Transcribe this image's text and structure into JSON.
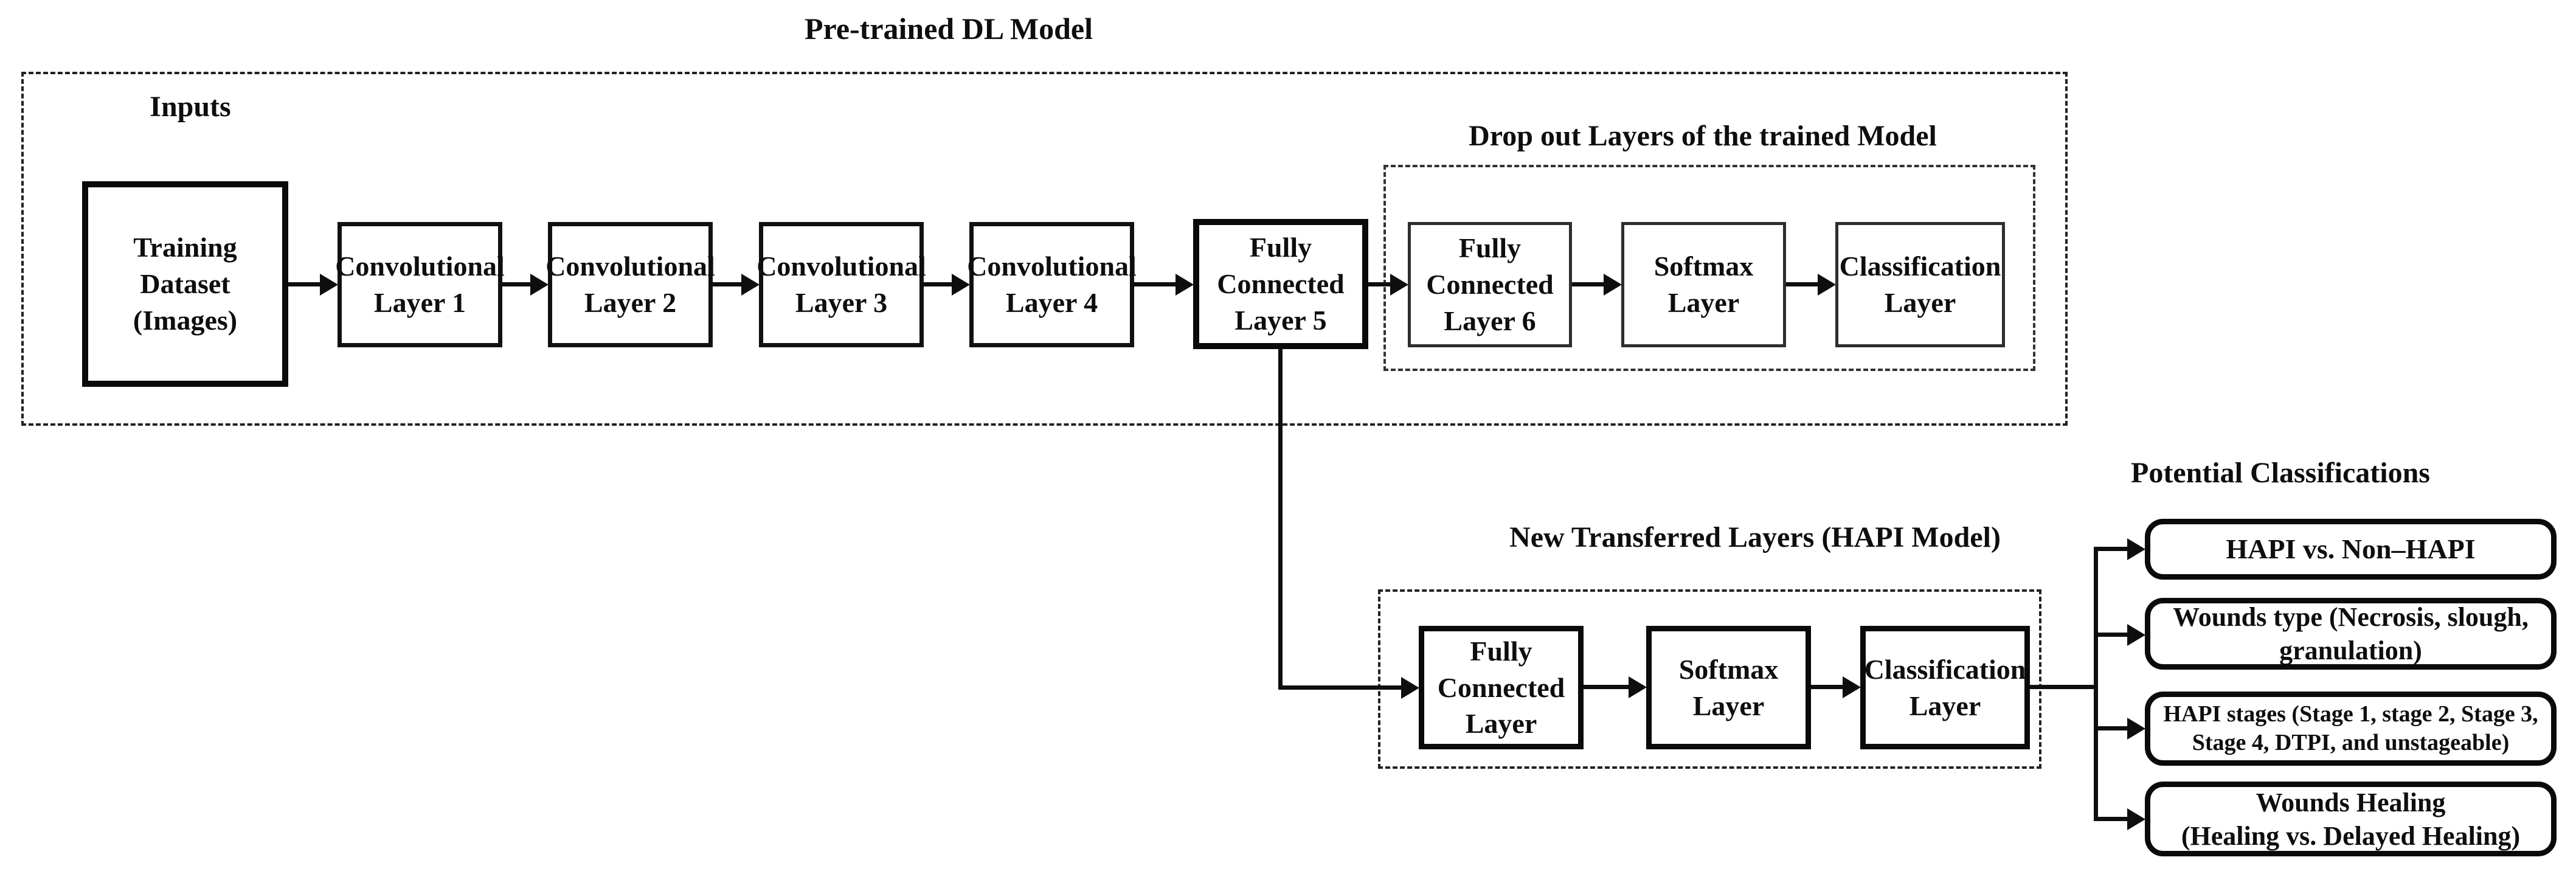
{
  "pretrained": {
    "title": "Pre-trained DL Model",
    "inputs_label": "Inputs",
    "nodes": {
      "training_dataset": "Training Dataset\n(Images)",
      "conv1": "Convolutional\nLayer 1",
      "conv2": "Convolutional\nLayer 2",
      "conv3": "Convolutional\nLayer 3",
      "conv4": "Convolutional\nLayer 4",
      "fc5": "Fully\nConnected\nLayer 5"
    },
    "dropout": {
      "title": "Drop out Layers of the trained Model",
      "nodes": {
        "fc6": "Fully\nConnected\nLayer 6",
        "softmax": "Softmax\nLayer",
        "classification": "Classification\nLayer"
      }
    }
  },
  "hapi_model": {
    "title": "New Transferred Layers (HAPI Model)",
    "nodes": {
      "fc": "Fully\nConnected\nLayer",
      "softmax": "Softmax\nLayer",
      "classification": "Classification\nLayer"
    }
  },
  "outputs": {
    "title": "Potential Classifications",
    "items": [
      "HAPI vs. Non–HAPI",
      "Wounds type (Necrosis, slough,\ngranulation)",
      "HAPI stages (Stage 1, stage 2, Stage 3,\nStage 4,  DTPI, and unstageable)",
      "Wounds Healing\n(Healing vs. Delayed Healing)"
    ]
  },
  "colors": {
    "ink": "#0e0e0e",
    "background": "#ffffff"
  }
}
